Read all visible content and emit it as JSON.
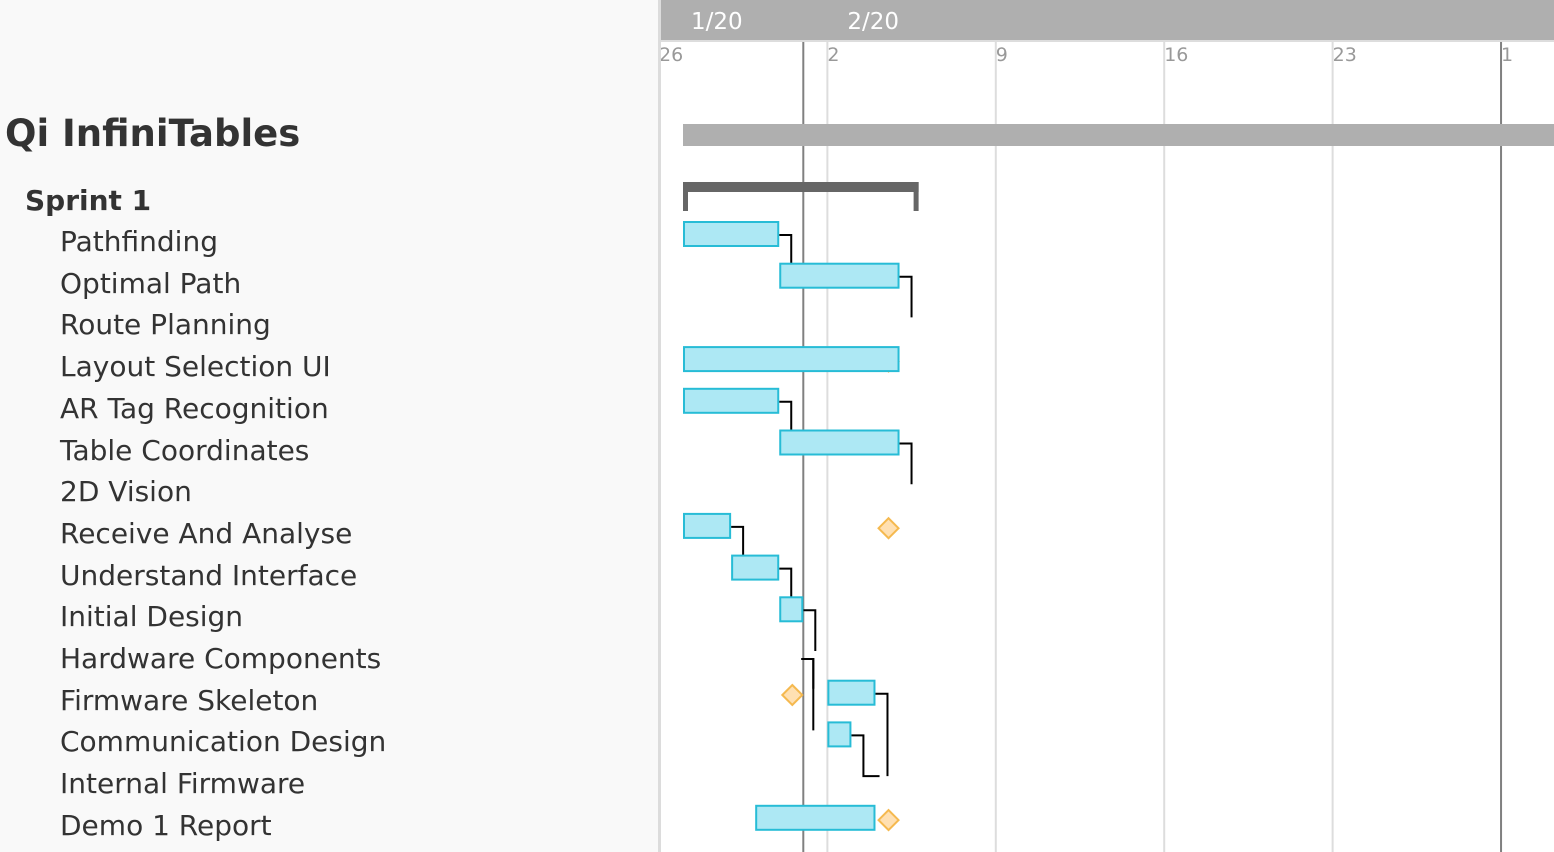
{
  "project": {
    "title": "Qi InfiniTables",
    "bar": {
      "start": "2020-01-26",
      "end": "2020-03-03"
    }
  },
  "sprint": {
    "title": "Sprint 1",
    "start": "2020-01-26",
    "end": "2020-02-05"
  },
  "timeline": {
    "months": [
      {
        "label": "1/20",
        "date": "2020-01-01"
      },
      {
        "label": "2/20",
        "date": "2020-02-01"
      }
    ],
    "week_ticks": [
      {
        "label": "26",
        "date": "2020-01-26"
      },
      {
        "label": "2",
        "date": "2020-02-02"
      },
      {
        "label": "9",
        "date": "2020-02-09"
      },
      {
        "label": "16",
        "date": "2020-02-16"
      },
      {
        "label": "23",
        "date": "2020-02-23"
      },
      {
        "label": "1",
        "date": "2020-03-01"
      }
    ],
    "today": "2020-02-01",
    "month_separator": "2020-03-01"
  },
  "tasks": [
    {
      "id": "pathfinding",
      "name": "Pathfinding",
      "kind": "task",
      "start": "2020-01-26",
      "end": "2020-01-30"
    },
    {
      "id": "optimal-path",
      "name": "Optimal Path",
      "kind": "task",
      "start": "2020-01-30",
      "end": "2020-02-04"
    },
    {
      "id": "route-planning",
      "name": "Route Planning",
      "kind": "milestone",
      "start": "2020-02-04",
      "end": "2020-02-04"
    },
    {
      "id": "layout-selection-ui",
      "name": "Layout Selection UI",
      "kind": "task",
      "start": "2020-01-26",
      "end": "2020-02-04"
    },
    {
      "id": "ar-tag-recognition",
      "name": "AR Tag Recognition",
      "kind": "task",
      "start": "2020-01-26",
      "end": "2020-01-30"
    },
    {
      "id": "table-coordinates",
      "name": "Table Coordinates",
      "kind": "task",
      "start": "2020-01-30",
      "end": "2020-02-04"
    },
    {
      "id": "2d-vision",
      "name": "2D Vision",
      "kind": "milestone",
      "start": "2020-02-04",
      "end": "2020-02-04"
    },
    {
      "id": "receive-and-analyse",
      "name": "Receive And Analyse",
      "kind": "task",
      "start": "2020-01-26",
      "end": "2020-01-28"
    },
    {
      "id": "understand-interface",
      "name": "Understand Interface",
      "kind": "task",
      "start": "2020-01-28",
      "end": "2020-01-30"
    },
    {
      "id": "initial-design",
      "name": "Initial Design",
      "kind": "task",
      "start": "2020-01-30",
      "end": "2020-01-31"
    },
    {
      "id": "hardware-components",
      "name": "Hardware Components",
      "kind": "milestone",
      "start": "2020-01-31",
      "end": "2020-01-31"
    },
    {
      "id": "firmware-skeleton",
      "name": "Firmware Skeleton",
      "kind": "task",
      "start": "2020-02-01",
      "end": "2020-02-03"
    },
    {
      "id": "communication-design",
      "name": "Communication Design",
      "kind": "task",
      "start": "2020-02-01",
      "end": "2020-02-02"
    },
    {
      "id": "internal-firmware",
      "name": "Internal Firmware",
      "kind": "milestone",
      "start": "2020-02-04",
      "end": "2020-02-04"
    },
    {
      "id": "demo-1-report",
      "name": "Demo 1 Report",
      "kind": "task",
      "start": "2020-01-29",
      "end": "2020-02-03"
    }
  ],
  "dependencies": [
    {
      "from": "pathfinding",
      "to": "optimal-path"
    },
    {
      "from": "optimal-path",
      "to": "route-planning"
    },
    {
      "from": "ar-tag-recognition",
      "to": "table-coordinates"
    },
    {
      "from": "table-coordinates",
      "to": "2d-vision"
    },
    {
      "from": "receive-and-analyse",
      "to": "understand-interface"
    },
    {
      "from": "understand-interface",
      "to": "initial-design"
    },
    {
      "from": "initial-design",
      "to": "hardware-components"
    },
    {
      "from": "hardware-components",
      "to": "firmware-skeleton"
    },
    {
      "from": "hardware-components",
      "to": "communication-design"
    },
    {
      "from": "firmware-skeleton",
      "to": "internal-firmware"
    },
    {
      "from": "communication-design",
      "to": "internal-firmware"
    }
  ],
  "colors": {
    "header_bg": "#afafaf",
    "project_bar": "#afafaf",
    "sprint_bar": "#666666",
    "task_fill": "#ade8f4",
    "task_stroke": "#27bcd6",
    "milestone_fill": "#ffe0b2",
    "milestone_stroke": "#f5b94f",
    "gridline": "#dddddd",
    "today_line": "#808080",
    "dependency": "#000000"
  }
}
